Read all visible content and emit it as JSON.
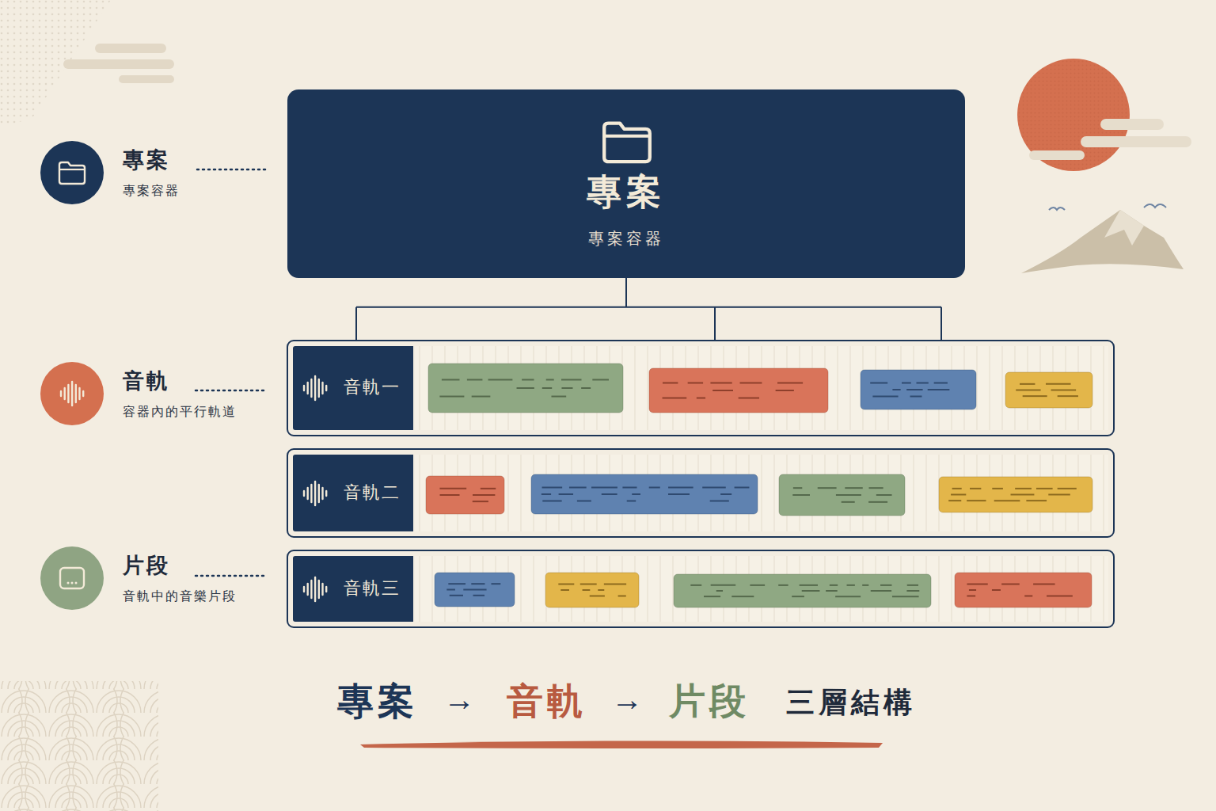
{
  "diagram": {
    "nodes": [
      {
        "text": [
          "專案",
          "專案容器"
        ]
      },
      {
        "text": [
          "專案",
          "專案容器"
        ]
      },
      {
        "text": [
          "音軌",
          "容器內的平行軌道"
        ]
      },
      {
        "text": [
          "音軌一"
        ]
      },
      {
        "text": [
          "音軌二"
        ]
      },
      {
        "text": [
          "片段",
          "音軌中的音樂片段"
        ]
      },
      {
        "text": [
          "音軌三"
        ]
      }
    ],
    "edges": [
      {
        "from": 1,
        "to": 3,
        "arrow": "none"
      }
    ],
    "labels": [
      "專案",
      "→",
      "音軌",
      "→",
      "片段",
      "三層結構"
    ]
  }
}
